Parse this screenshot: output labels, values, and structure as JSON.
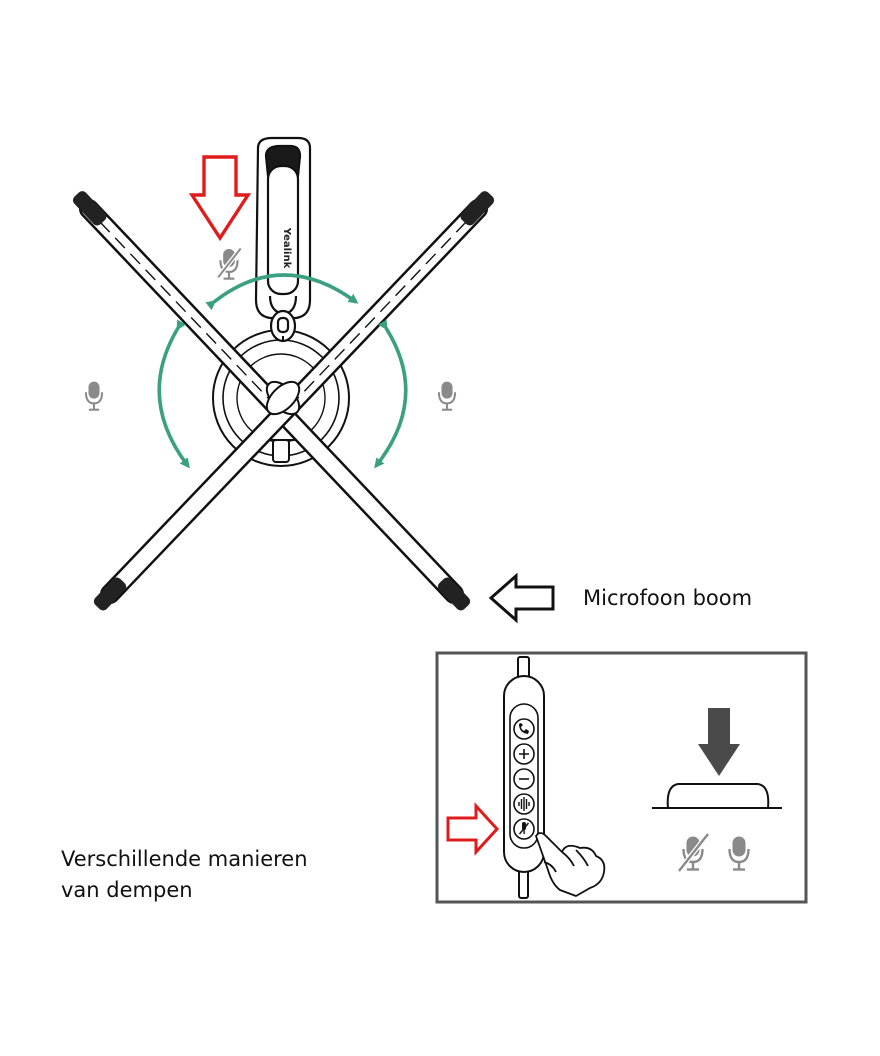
{
  "brand_text": "Yealink",
  "captions": {
    "boom": "Microfoon boom",
    "mute_line1": "Verschillende manieren",
    "mute_line2": "van dempen"
  },
  "inline_control_buttons": [
    {
      "id": "call",
      "icon": "phone-icon"
    },
    {
      "id": "volume-up",
      "icon": "plus-icon"
    },
    {
      "id": "volume-down",
      "icon": "minus-icon"
    },
    {
      "id": "voice",
      "icon": "waveform-icon"
    },
    {
      "id": "mute",
      "icon": "mic-muted-icon"
    }
  ],
  "colors": {
    "rotation_arrow": "#3aa07f",
    "highlight_arrow": "#e01b1b",
    "muted_mic": "#8a8a8a",
    "outline": "#111111",
    "panel_border": "#555555",
    "press_arrow": "#4a4a4a"
  }
}
